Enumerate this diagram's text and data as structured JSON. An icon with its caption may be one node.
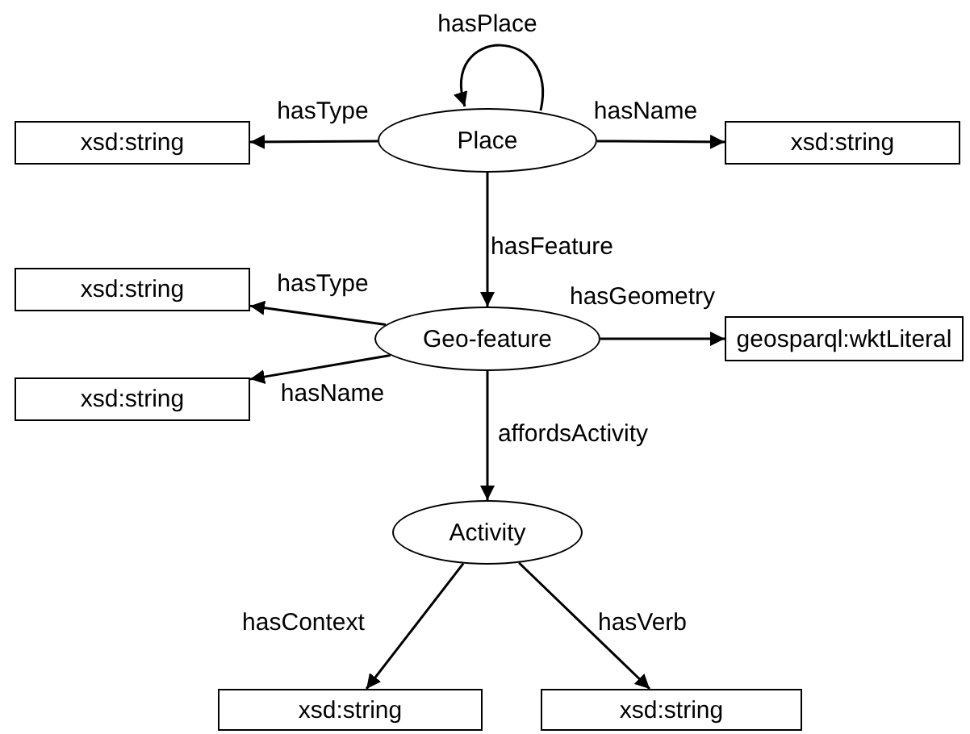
{
  "diagram": {
    "nodes": [
      {
        "text": [
          "Place"
        ]
      },
      {
        "text": [
          "xsd:string"
        ]
      },
      {
        "text": [
          "xsd:string"
        ]
      },
      {
        "text": [
          "Geo-feature"
        ]
      },
      {
        "text": [
          "xsd:string"
        ]
      },
      {
        "text": [
          "xsd:string"
        ]
      },
      {
        "text": [
          "geosparql:wktLiteral"
        ]
      },
      {
        "text": [
          "Activity"
        ]
      },
      {
        "text": [
          "xsd:string"
        ]
      },
      {
        "text": [
          "xsd:string"
        ]
      }
    ],
    "edges": [
      {
        "from": 0,
        "to": 0,
        "arrow": "to",
        "label": "hasPlace"
      },
      {
        "from": 0,
        "to": 1,
        "arrow": "to",
        "label": "hasType"
      },
      {
        "from": 0,
        "to": 2,
        "arrow": "to",
        "label": "hasName"
      },
      {
        "from": 0,
        "to": 3,
        "arrow": "to",
        "label": "hasFeature"
      },
      {
        "from": 3,
        "to": 4,
        "arrow": "to",
        "label": "hasType"
      },
      {
        "from": 3,
        "to": 5,
        "arrow": "to",
        "label": "hasName"
      },
      {
        "from": 3,
        "to": 6,
        "arrow": "to",
        "label": "hasGeometry"
      },
      {
        "from": 3,
        "to": 7,
        "arrow": "to",
        "label": "affordsActivity"
      },
      {
        "from": 7,
        "to": 8,
        "arrow": "to",
        "label": "hasContext"
      },
      {
        "from": 7,
        "to": 9,
        "arrow": "to",
        "label": "hasVerb"
      }
    ]
  }
}
